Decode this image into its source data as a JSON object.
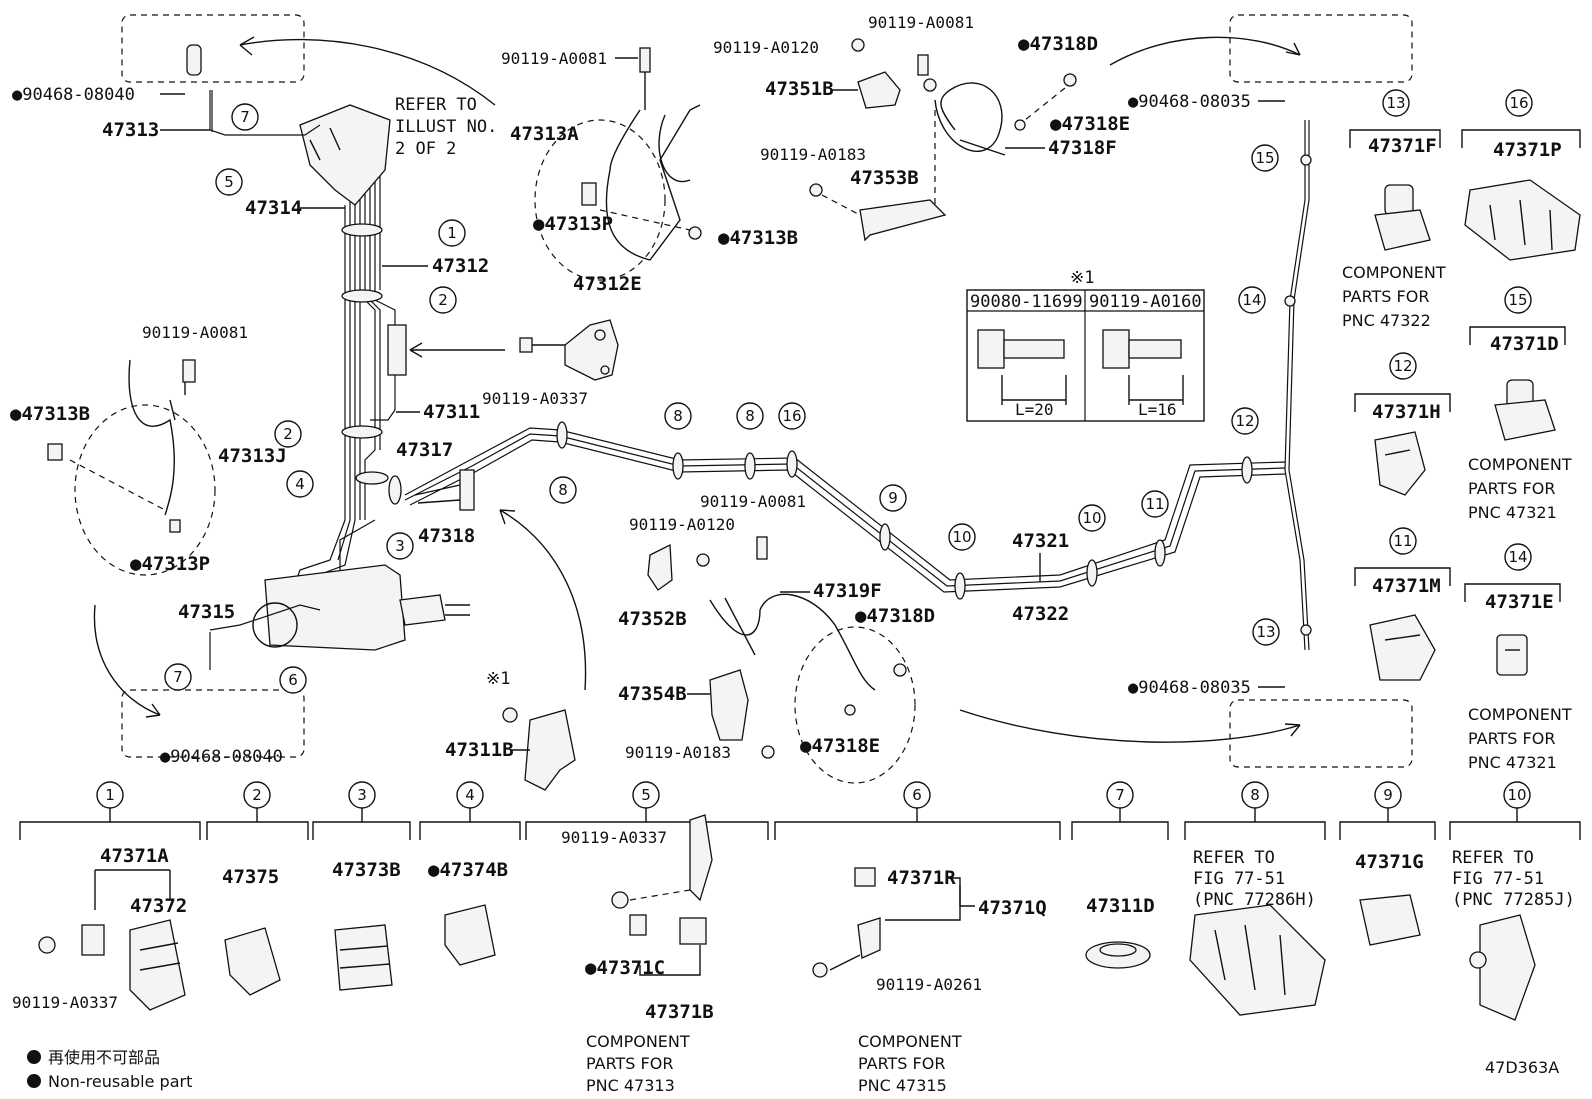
{
  "diagram_id": "47D363A",
  "refer_note": [
    "REFER TO",
    "ILLUST NO.",
    "2 OF 2"
  ],
  "legend": {
    "jp": "再使用不可部品",
    "en": "Non-reusable part"
  },
  "table": {
    "mark": "※1",
    "col1": "90080-11699",
    "col2": "90119-A0160",
    "len1": "L=20",
    "len2": "L=16"
  },
  "labels": {
    "p90468_08040_top": "●90468-08040",
    "p47313": "47313",
    "p47314": "47314",
    "p47312": "47312",
    "p47311": "47311",
    "p47317": "47317",
    "p47318": "47318",
    "p47315": "47315",
    "p90468_08040_bot": "●90468-08040",
    "p90119_A0081_a": "90119-A0081",
    "p47313A": "47313A",
    "p47313P_a": "●47313P",
    "p47313B_a": "●47313B",
    "p47312E": "47312E",
    "p90119_A0337_a": "90119-A0337",
    "p90119_A0081_b": "90119-A0081",
    "p47313B_b": "●47313B",
    "p47313J": "47313J",
    "p47313P_b": "●47313P",
    "p90119_A0120_a": "90119-A0120",
    "p90119_A0081_c": "90119-A0081",
    "p47351B": "47351B",
    "p47318D_a": "●47318D",
    "p47318E_a": "●47318E",
    "p47318F": "47318F",
    "p90119_A0183_a": "90119-A0183",
    "p47353B": "47353B",
    "p90468_08035_a": "●90468-08035",
    "p90468_08035_b": "●90468-08035",
    "p90119_A0081_d": "90119-A0081",
    "p90119_A0120_b": "90119-A0120",
    "p47352B": "47352B",
    "p47319F": "47319F",
    "p47318D_b": "●47318D",
    "p47354B": "47354B",
    "p90119_A0183_b": "90119-A0183",
    "p47318E_b": "●47318E",
    "p47311B": "47311B",
    "p_mark1": "※1",
    "p47321": "47321",
    "p47322": "47322",
    "p47371F": "47371F",
    "p47371P": "47371P",
    "p47371D": "47371D",
    "p47371H": "47371H",
    "p47371M": "47371M",
    "p47371E": "47371E",
    "comp_47322": [
      "COMPONENT",
      "PARTS FOR",
      "PNC 47322"
    ],
    "comp_47321_a": [
      "COMPONENT",
      "PARTS FOR",
      "PNC 47321"
    ],
    "comp_47321_b": [
      "COMPONENT",
      "PARTS FOR",
      "PNC 47321"
    ]
  },
  "callouts": {
    "c1": "1",
    "c2": "2",
    "c3": "3",
    "c4": "4",
    "c5": "5",
    "c6": "6",
    "c7": "7",
    "c8": "8",
    "c9": "9",
    "c10": "10",
    "c11": "11",
    "c12": "12",
    "c13": "13",
    "c14": "14",
    "c15": "15",
    "c16": "16"
  },
  "bottom": {
    "p47371A": "47371A",
    "p47372": "47372",
    "p90119_A0337_c": "90119-A0337",
    "p47375": "47375",
    "p47373B": "47373B",
    "p47374B": "●47374B",
    "p90119_A0337_d": "90119-A0337",
    "p47371C": "●47371C",
    "p47371B": "47371B",
    "comp_47313": [
      "COMPONENT",
      "PARTS FOR",
      "PNC 47313"
    ],
    "p47371R": "47371R",
    "p47371Q": "47371Q",
    "p90119_A0261": "90119-A0261",
    "comp_47315": [
      "COMPONENT",
      "PARTS FOR",
      "PNC 47315"
    ],
    "p47311D": "47311D",
    "refer_8": [
      "REFER TO",
      "FIG 77-51",
      "(PNC 77286H)"
    ],
    "p47371G": "47371G",
    "refer_10": [
      "REFER TO",
      "FIG 77-51",
      "(PNC 77285J)"
    ]
  }
}
